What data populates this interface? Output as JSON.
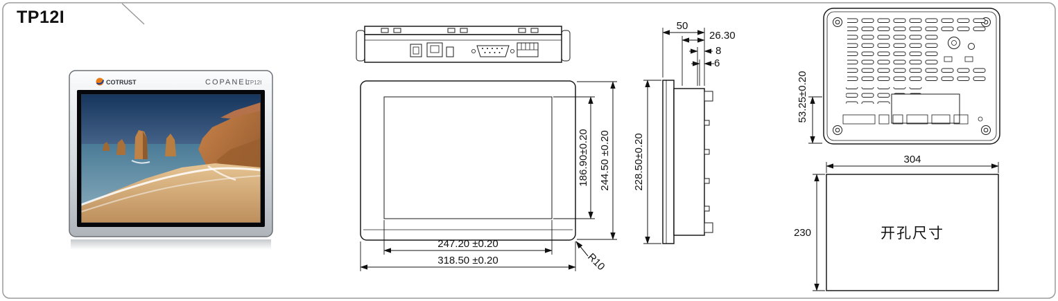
{
  "title": "TP12I",
  "photo": {
    "brand": "COTRUST",
    "series": "COPANEL",
    "model": "TP12I"
  },
  "front_view": {
    "screen_width": "247.20 ±0.20",
    "outer_width": "318.50 ±0.20",
    "screen_height": "186.90±0.20",
    "outer_height": "244.50 ±0.20",
    "corner_radius": "R10"
  },
  "side_view": {
    "depth": "50",
    "dim_2630": "26.30",
    "dim_8": "8",
    "dim_6": "6",
    "height": "228.50±0.20"
  },
  "back_view": {
    "offset": "53.25±0.20"
  },
  "cutout_view": {
    "label": "开孔尺寸",
    "width": "304",
    "height": "230"
  }
}
